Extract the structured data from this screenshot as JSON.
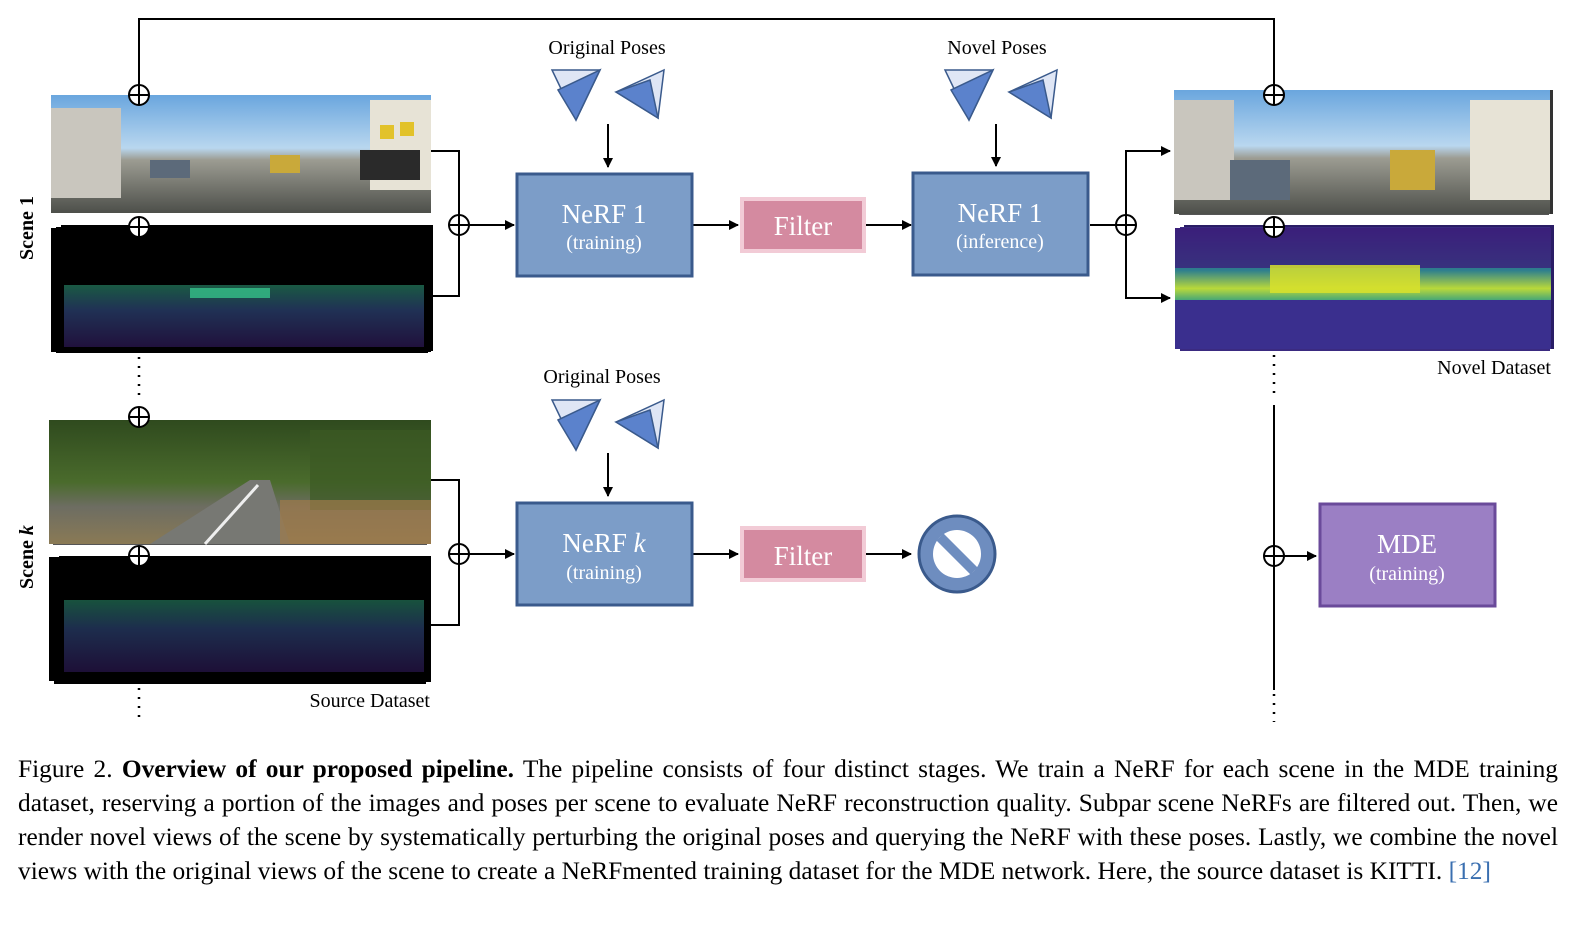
{
  "labels": {
    "scene_1": "Scene 1",
    "scene_k_prefix": "Scene ",
    "scene_k_italic": "k",
    "original_poses_top": "Original Poses",
    "novel_poses": "Novel Poses",
    "original_poses_bottom": "Original Poses",
    "novel_dataset": "Novel Dataset",
    "source_dataset": "Source Dataset"
  },
  "boxes": {
    "nerf1_train": {
      "title": "NeRF 1",
      "subtitle": "(training)"
    },
    "filter_top": {
      "title": "Filter"
    },
    "nerf1_infer": {
      "title": "NeRF 1",
      "subtitle": "(inference)"
    },
    "nerfk_train": {
      "title_prefix": "NeRF ",
      "title_italic": "k",
      "subtitle": "(training)"
    },
    "filter_bottom": {
      "title": "Filter"
    },
    "mde": {
      "title": "MDE",
      "subtitle": "(training)"
    }
  },
  "colors": {
    "nerf_fill": "#7c9dc8",
    "nerf_stroke": "#3a5a8c",
    "filter_fill": "#d48aa0",
    "filter_stroke": "#f2cbd6",
    "mde_fill": "#9b7fc4",
    "mde_stroke": "#6a4a9a",
    "reject_fill": "#6e8dbf",
    "reject_stroke": "#3a5a8c",
    "camera_fill": "#5b82cc",
    "cite": "#3a6fb0"
  },
  "icons": [
    "camera-pose-icon",
    "reject-icon",
    "concat-icon",
    "arrow-icon"
  ],
  "caption": {
    "figure_label": "Figure 2.",
    "title": "Overview of our proposed pipeline.",
    "body": "The pipeline consists of four distinct stages. We train a NeRF for each scene in the MDE training dataset, reserving a portion of the images and poses per scene to evaluate NeRF reconstruction quality. Subpar scene NeRFs are filtered out. Then, we render novel views of the scene by systematically perturbing the original poses and querying the NeRF with these poses. Lastly, we combine the novel views with the original views of the scene to create a NeRFmented training dataset for the MDE network. Here, the source dataset is KITTI.",
    "citation": "[12]"
  }
}
